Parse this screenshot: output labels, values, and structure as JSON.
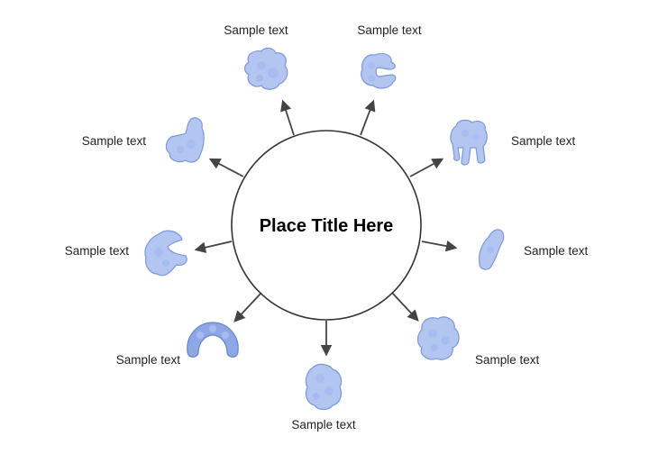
{
  "title": "Place Title Here",
  "colors": {
    "protein_fill": "#b3c6f2",
    "protein_stroke": "#7d96d8",
    "protein_dark": "#8ea8e6",
    "arrow": "#444444",
    "circle_stroke": "#333333"
  },
  "items": [
    {
      "label": "Sample text",
      "icon": "protein-blob-icon"
    },
    {
      "label": "Sample text",
      "icon": "protein-open-c-icon"
    },
    {
      "label": "Sample text",
      "icon": "protein-legs-icon"
    },
    {
      "label": "Sample text",
      "icon": "protein-bean-icon"
    },
    {
      "label": "Sample text",
      "icon": "protein-globular-icon"
    },
    {
      "label": "Sample text",
      "icon": "protein-compact-icon"
    },
    {
      "label": "Sample text",
      "icon": "protein-arch-icon"
    },
    {
      "label": "Sample text",
      "icon": "protein-hook-icon"
    },
    {
      "label": "Sample text",
      "icon": "protein-l-shape-icon"
    }
  ]
}
